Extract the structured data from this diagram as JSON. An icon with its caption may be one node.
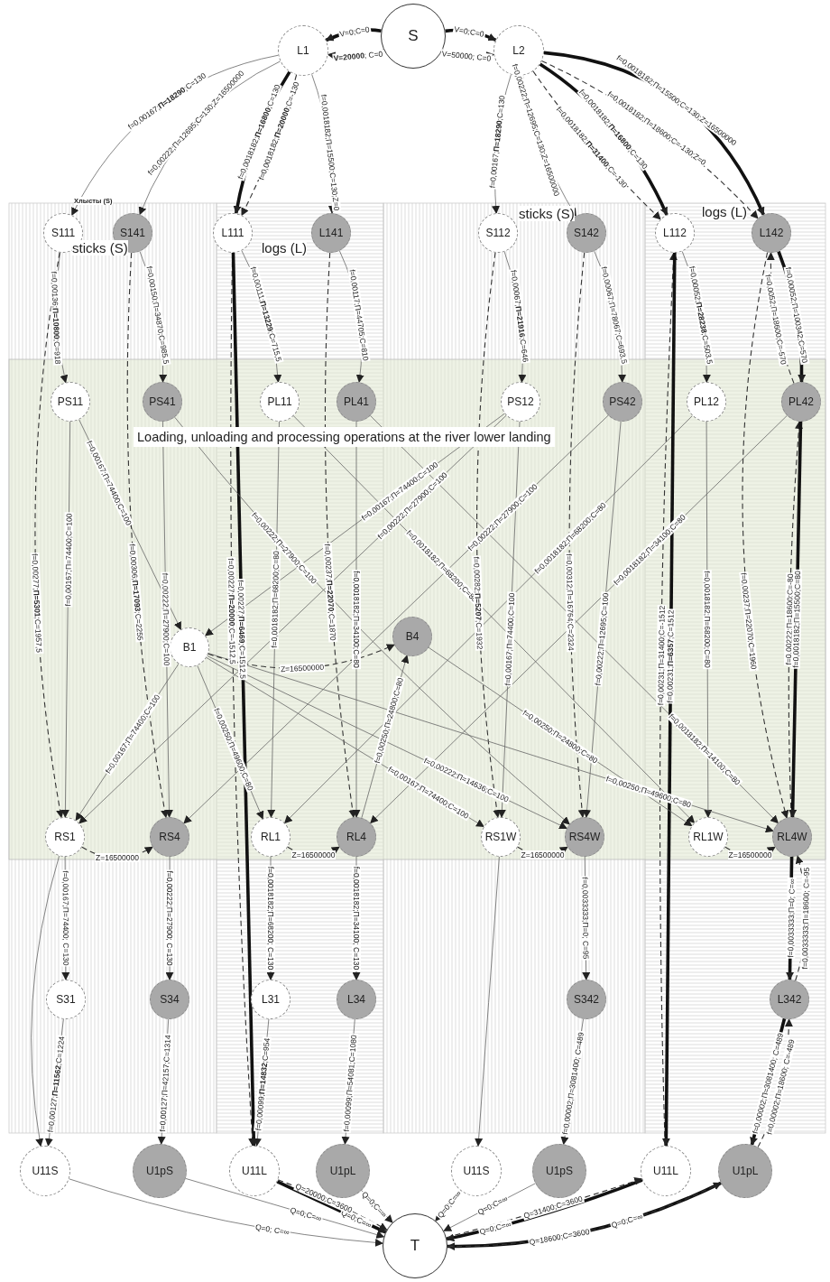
{
  "diagram": {
    "nodes": [
      {
        "text": [
          "S"
        ]
      },
      {
        "text": [
          "L1"
        ]
      },
      {
        "text": [
          "L2"
        ]
      },
      {
        "text": [
          "S111"
        ]
      },
      {
        "text": [
          "S141"
        ]
      },
      {
        "text": [
          "L111"
        ]
      },
      {
        "text": [
          "L141"
        ]
      },
      {
        "text": [
          "S112"
        ]
      },
      {
        "text": [
          "S142"
        ]
      },
      {
        "text": [
          "L112"
        ]
      },
      {
        "text": [
          "L142"
        ]
      },
      {
        "text": [
          "PS11"
        ]
      },
      {
        "text": [
          "PS41"
        ]
      },
      {
        "text": [
          "PL11"
        ]
      },
      {
        "text": [
          "PL41"
        ]
      },
      {
        "text": [
          "PS12"
        ]
      },
      {
        "text": [
          "PS42"
        ]
      },
      {
        "text": [
          "PL12"
        ]
      },
      {
        "text": [
          "PL42"
        ]
      },
      {
        "text": [
          "B1"
        ]
      },
      {
        "text": [
          "B4"
        ]
      },
      {
        "text": [
          "RS1"
        ]
      },
      {
        "text": [
          "RS4"
        ]
      },
      {
        "text": [
          "RL1"
        ]
      },
      {
        "text": [
          "RL4"
        ]
      },
      {
        "text": [
          "RS1W"
        ]
      },
      {
        "text": [
          "RS4W"
        ]
      },
      {
        "text": [
          "RL1W"
        ]
      },
      {
        "text": [
          "RL4W"
        ]
      },
      {
        "text": [
          "S31"
        ]
      },
      {
        "text": [
          "S34"
        ]
      },
      {
        "text": [
          "L31"
        ]
      },
      {
        "text": [
          "L34"
        ]
      },
      {
        "text": [
          "S342"
        ]
      },
      {
        "text": [
          "L342"
        ]
      },
      {
        "text": [
          "U11S"
        ]
      },
      {
        "text": [
          "U1pS"
        ]
      },
      {
        "text": [
          "U11L"
        ]
      },
      {
        "text": [
          "U1pL"
        ]
      },
      {
        "text": [
          "U11S"
        ]
      },
      {
        "text": [
          "U1pS"
        ]
      },
      {
        "text": [
          "U11L"
        ]
      },
      {
        "text": [
          "U1pL"
        ]
      },
      {
        "text": [
          "T"
        ]
      }
    ],
    "edges": [
      {
        "from": 0,
        "to": 1,
        "arrow": "to",
        "style": "thick",
        "label": "V=0;C=0"
      },
      {
        "from": 0,
        "to": 1,
        "arrow": "to",
        "style": "dashed",
        "label": "**V=20000**; C=0"
      },
      {
        "from": 0,
        "to": 2,
        "arrow": "to",
        "style": "thick",
        "label": "V=0;C=0"
      },
      {
        "from": 0,
        "to": 2,
        "arrow": "to",
        "style": "dashed",
        "label": "V=50000; C=0"
      },
      {
        "from": 1,
        "to": 3,
        "arrow": "to",
        "label": "f=0,00167;**П=18290**;C=130"
      },
      {
        "from": 1,
        "to": 4,
        "arrow": "to",
        "label": "f=0,00222;П=12695;C=130;Z=16500000"
      },
      {
        "from": 1,
        "to": 5,
        "arrow": "to",
        "style": "thick",
        "label": "f=0,0018182;**П=16800**;C=130"
      },
      {
        "from": 1,
        "to": 5,
        "arrow": "to",
        "style": "dashed",
        "label": "f=0,0018182;**П=20000**;C=-130"
      },
      {
        "from": 1,
        "to": 6,
        "arrow": "to",
        "label": "f=0,0018182;П=15500;C=130;Z=0"
      },
      {
        "from": 2,
        "to": 7,
        "arrow": "to",
        "label": "f=0,00167;**П=18290**;C=130"
      },
      {
        "from": 2,
        "to": 8,
        "arrow": "to",
        "label": "f=0,00222;П=12695;C=130;Z=16500000"
      },
      {
        "from": 2,
        "to": 9,
        "arrow": "to",
        "style": "dashed",
        "label": "f=0,0018182;**П=31400**;C=-130"
      },
      {
        "from": 2,
        "to": 9,
        "arrow": "to",
        "style": "thick",
        "label": "f=0,0018182;**П=16800**;C=130"
      },
      {
        "from": 2,
        "to": 10,
        "arrow": "to",
        "style": "dashed",
        "label": "f=0,0018182;П=18600;C=-130;Z=0"
      },
      {
        "from": 2,
        "to": 10,
        "arrow": "to",
        "style": "thick",
        "label": "f=0,0018182;П=15500;C=130;Z=16500000"
      },
      {
        "from": 3,
        "to": 11,
        "arrow": "to",
        "label": "f=0,00136;**П=10800**;C=918"
      },
      {
        "from": 4,
        "to": 12,
        "arrow": "to",
        "label": "f=0,00150;П=34870;C=985,5"
      },
      {
        "from": 5,
        "to": 13,
        "arrow": "to",
        "label": "f=0,00111;**П=13229**;C=715,5"
      },
      {
        "from": 6,
        "to": 14,
        "arrow": "to",
        "label": "f=0,00117;П=44705;C=810"
      },
      {
        "from": 7,
        "to": 15,
        "arrow": "to",
        "label": "f=0,00067;**П=21916**;C=646"
      },
      {
        "from": 8,
        "to": 16,
        "arrow": "to",
        "label": "f=0,00067;П=78067;C=693,5"
      },
      {
        "from": 9,
        "to": 17,
        "arrow": "to",
        "label": "f=0,00052;**П=28238**;C=503,5"
      },
      {
        "from": 10,
        "to": 18,
        "arrow": "to",
        "style": "thick",
        "label": "f=0,00052;П=100342;C=570"
      },
      {
        "from": 18,
        "to": 10,
        "arrow": "to",
        "style": "dashed",
        "label": "f=0,0052;П=18600;C=-570"
      },
      {
        "from": 3,
        "to": 21,
        "arrow": "to",
        "style": "dashed",
        "label": "f=0,00277;**П=5301**;C=1957,5"
      },
      {
        "from": 11,
        "to": 21,
        "arrow": "to",
        "label": "f=0,00167;П=74400;C=100"
      },
      {
        "from": 11,
        "to": 19,
        "arrow": "to",
        "label": "f=0,00167;П=74400;C=100"
      },
      {
        "from": 4,
        "to": 22,
        "arrow": "to",
        "style": "dashed",
        "label": "f=0,00306;**П=17093**;C=2255"
      },
      {
        "from": 12,
        "to": 22,
        "arrow": "to",
        "label": "f=0,00222;П=27900;C=100"
      },
      {
        "from": 5,
        "to": 37,
        "arrow": "to",
        "style": "dashed",
        "label": "f=0,00227;**П=20000**;C=-1512,5"
      },
      {
        "from": 5,
        "to": 37,
        "arrow": "to",
        "style": "thick",
        "label": "f=0,00227;**П=6469**;C=1512,5"
      },
      {
        "from": 13,
        "to": 23,
        "arrow": "to",
        "label": "f=0,0018182;П=68200;C=80"
      },
      {
        "from": 6,
        "to": 24,
        "arrow": "to",
        "style": "dashed",
        "label": "f=0,00237;**П=22070**;C=1870"
      },
      {
        "from": 14,
        "to": 24,
        "arrow": "to",
        "label": "f=0,0018182;П=34100;C=80"
      },
      {
        "from": 12,
        "to": 26,
        "arrow": "to",
        "label": "f=0,00222;П=27900;C=100"
      },
      {
        "from": 15,
        "to": 19,
        "arrow": "to",
        "label": "f=0,00167;П=74400;C=100"
      },
      {
        "from": 13,
        "to": 27,
        "arrow": "to",
        "label": "f=0,0018182;П=68200;C=80"
      },
      {
        "from": 14,
        "to": 28,
        "arrow": "to",
        "label": "f=0,0018182;П=14100;C=80"
      },
      {
        "from": 15,
        "to": 21,
        "arrow": "to",
        "label": "f=0,00222;П=27900;C=100"
      },
      {
        "from": 16,
        "to": 22,
        "arrow": "to",
        "label": "f=0,00222;П=27900;C=100"
      },
      {
        "from": 17,
        "to": 23,
        "arrow": "to",
        "label": "f=0,0018182;П=68200;C=80"
      },
      {
        "from": 18,
        "to": 24,
        "arrow": "to",
        "label": "f=0,0018182;П=34100;C=80"
      },
      {
        "from": 7,
        "to": 25,
        "arrow": "to",
        "style": "dashed",
        "label": "f=0,00282;**П=5207**;C=1932"
      },
      {
        "from": 15,
        "to": 25,
        "arrow": "to",
        "label": "f=0,00167;П=74400;C=100"
      },
      {
        "from": 8,
        "to": 26,
        "arrow": "to",
        "style": "dashed",
        "label": "f=0,00312;П=16764;C=2324"
      },
      {
        "from": 16,
        "to": 26,
        "arrow": "to",
        "label": "f=0,00222;П=12695;C=100"
      },
      {
        "from": 41,
        "to": 9,
        "arrow": "to",
        "style": "dashed",
        "label": "f=0,00231;П=31400;C=-1512"
      },
      {
        "from": 9,
        "to": 41,
        "arrow": "to",
        "style": "thick",
        "label": "f=0,00231;**П=6357**;C=1512"
      },
      {
        "from": 17,
        "to": 27,
        "arrow": "to",
        "label": "f=0,0018182;П=68200;C=80"
      },
      {
        "from": 10,
        "to": 28,
        "arrow": "to",
        "style": "dashed",
        "label": "f=0,00237;П=22070;C=1960"
      },
      {
        "from": 28,
        "to": 18,
        "arrow": "to",
        "style": "dashed",
        "label": "f=0,00222;П=18600;C=-80"
      },
      {
        "from": 18,
        "to": 28,
        "arrow": "to",
        "style": "thick",
        "label": "f=0,0018182;П=15500;C=80"
      },
      {
        "from": 20,
        "to": 27,
        "arrow": "to",
        "label": "f=0,00250;П=24800;C=80"
      },
      {
        "from": 19,
        "to": 26,
        "arrow": "to",
        "label": "f=0,00222;П=14636;C=100"
      },
      {
        "from": 19,
        "to": 28,
        "arrow": "to",
        "label": "f=0,00250;П=49600;C=80"
      },
      {
        "from": 19,
        "to": 23,
        "arrow": "to",
        "label": "f=0,00250;П=49600;C=80"
      },
      {
        "from": 19,
        "to": 21,
        "arrow": "to",
        "label": "f=0,00167;П=74400;C=100"
      },
      {
        "from": 24,
        "to": 20,
        "arrow": "to",
        "label": "f=0,00250;П=24800;C=80"
      },
      {
        "from": 19,
        "to": 25,
        "arrow": "to",
        "label": "f=0,00167;П=74400;C=100"
      },
      {
        "from": 19,
        "to": 20,
        "arrow": "to",
        "style": "dashed",
        "label": "Z=16500000"
      },
      {
        "from": 21,
        "to": 22,
        "arrow": "to",
        "style": "dashed",
        "label": "Z=16500000"
      },
      {
        "from": 23,
        "to": 24,
        "arrow": "to",
        "style": "dashed",
        "label": "Z=16500000"
      },
      {
        "from": 25,
        "to": 26,
        "arrow": "to",
        "style": "dashed",
        "label": "Z=16500000"
      },
      {
        "from": 27,
        "to": 28,
        "arrow": "to",
        "style": "dashed",
        "label": "Z=16500000"
      },
      {
        "from": 21,
        "to": 29,
        "arrow": "to",
        "label": "f=0,00167;П=74400; C=130"
      },
      {
        "from": 22,
        "to": 30,
        "arrow": "to",
        "label": "f=0,00222;П=27900; C=130"
      },
      {
        "from": 23,
        "to": 31,
        "arrow": "to",
        "label": "f=0,0018182;П=68200; C=130"
      },
      {
        "from": 24,
        "to": 32,
        "arrow": "to",
        "label": "f=0,0018182;П=34100; C=130"
      },
      {
        "from": 26,
        "to": 33,
        "arrow": "to",
        "label": "f=0,0033333;П=0; C=95"
      },
      {
        "from": 28,
        "to": 34,
        "arrow": "to",
        "style": "thick",
        "label": "f=0,0033333;П=0; C=∞"
      },
      {
        "from": 34,
        "to": 28,
        "arrow": "to",
        "style": "dashed",
        "label": "f=0,0033333;П=18600; C=-95"
      },
      {
        "from": 29,
        "to": 35,
        "arrow": "to",
        "label": "f=0,00127;**П=11562**;C=1224"
      },
      {
        "from": 30,
        "to": 36,
        "arrow": "to",
        "label": "f=0,00127;П=42157;C=1314"
      },
      {
        "from": 31,
        "to": 37,
        "arrow": "to",
        "label": "f=0,00099;**П=14832**;C=954"
      },
      {
        "from": 32,
        "to": 38,
        "arrow": "to",
        "label": "f=0,00099;П=54081;C=1080"
      },
      {
        "from": 33,
        "to": 40,
        "arrow": "to",
        "label": "f=0,00002;П=3081400; C=489"
      },
      {
        "from": 34,
        "to": 42,
        "arrow": "to",
        "style": "thick",
        "label": "f=0,00002;П=3081400; C=489"
      },
      {
        "from": 42,
        "to": 34,
        "arrow": "to",
        "style": "dashed",
        "label": "f=0,00002;П=18600; C=-489"
      },
      {
        "from": 21,
        "to": 35,
        "arrow": "to"
      },
      {
        "from": 25,
        "to": 39,
        "arrow": "to"
      },
      {
        "from": 35,
        "to": 43,
        "arrow": "to",
        "label": "Q=0; C=∞"
      },
      {
        "from": 36,
        "to": 43,
        "arrow": "to",
        "label": "Q=0;C=∞"
      },
      {
        "from": 37,
        "to": 43,
        "arrow": "to",
        "style": "thick",
        "label": "Q=0;C=∞"
      },
      {
        "from": 37,
        "to": 43,
        "arrow": "to",
        "style": "dashed",
        "label": "Q=20000;C=3600"
      },
      {
        "from": 38,
        "to": 43,
        "arrow": "to",
        "label": "Q=0;C=∞"
      },
      {
        "from": 39,
        "to": 43,
        "arrow": "to",
        "label": "Q=0;C=∞"
      },
      {
        "from": 40,
        "to": 43,
        "arrow": "to",
        "label": "Q=0;C=∞"
      },
      {
        "from": 41,
        "to": 43,
        "arrow": "to",
        "style": "thick",
        "label": "Q=0;C=∞"
      },
      {
        "from": 43,
        "to": 41,
        "arrow": "to",
        "style": "dashed",
        "label": "Q=31400;C=3600"
      },
      {
        "from": 42,
        "to": 43,
        "arrow": "to",
        "style": "thick",
        "label": "Q=0;C=∞"
      },
      {
        "from": 43,
        "to": 42,
        "arrow": "to",
        "style": "dashed",
        "label": "Q=18600;C=3600"
      }
    ],
    "labels": [
      "Хлысты (S)",
      "sticks (S)",
      "logs (L)",
      "sticks (S)",
      "logs (L)",
      "Loading, unloading and processing operations at the river lower landing"
    ]
  }
}
